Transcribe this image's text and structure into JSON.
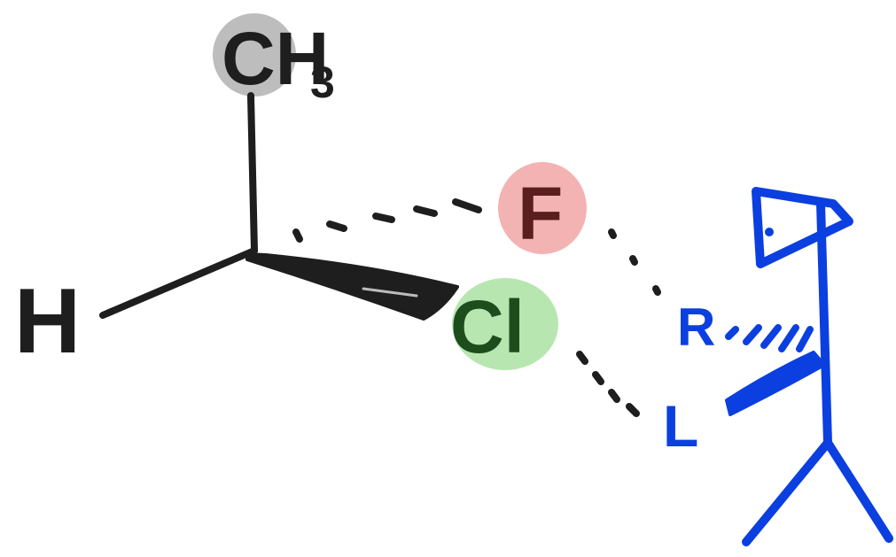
{
  "molecule": {
    "top_group": "CH",
    "top_group_subscript": "3",
    "left_atom": "H",
    "dashed_atom": "F",
    "wedge_atom": "Cl"
  },
  "observer": {
    "right_label": "R",
    "left_label": "L"
  },
  "colors": {
    "ink": "#1e1e1e",
    "observer_blue": "#0b3fe0",
    "ch3_highlight": "#bdbdbd",
    "f_highlight": "#f4b3b3",
    "f_text": "#5a1e1e",
    "cl_highlight": "#b8e6b0",
    "cl_text": "#1d4d1d"
  }
}
